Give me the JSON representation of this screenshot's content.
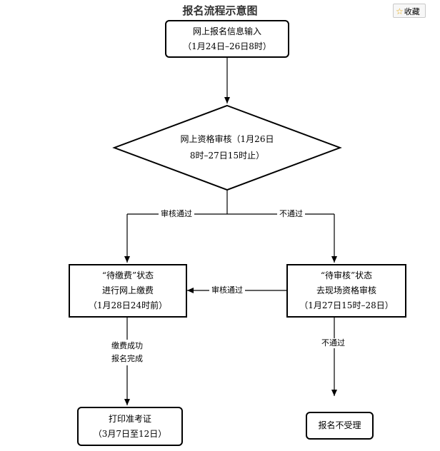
{
  "header": {
    "title": "报名流程示意图",
    "favorite_label": "收藏"
  },
  "nodes": {
    "online_info": {
      "line1": "网上报名信息输入",
      "line2": "（1月24日–26日8时）"
    },
    "online_review": {
      "line1": "网上资格审核（1月26日",
      "line2": "8时–27日15时止）"
    },
    "pending_payment": {
      "line1": "“待缴费”状态",
      "line2": "进行网上缴费",
      "line3": "（1月28日24时前）"
    },
    "pending_review": {
      "line1": "“待审核”状态",
      "line2": "去现场资格审核",
      "line3": "（1月27日15时–28日）"
    },
    "print_ticket": {
      "line1": "打印准考证",
      "line2": "（3月7日至12日）"
    },
    "rejected": {
      "line1": "报名不受理"
    }
  },
  "edges": {
    "pass": "审核通过",
    "fail": "不通过",
    "onsite_pass": "审核通过",
    "payment_done_1": "缴费成功",
    "payment_done_2": "报名完成",
    "onsite_fail": "不通过"
  }
}
